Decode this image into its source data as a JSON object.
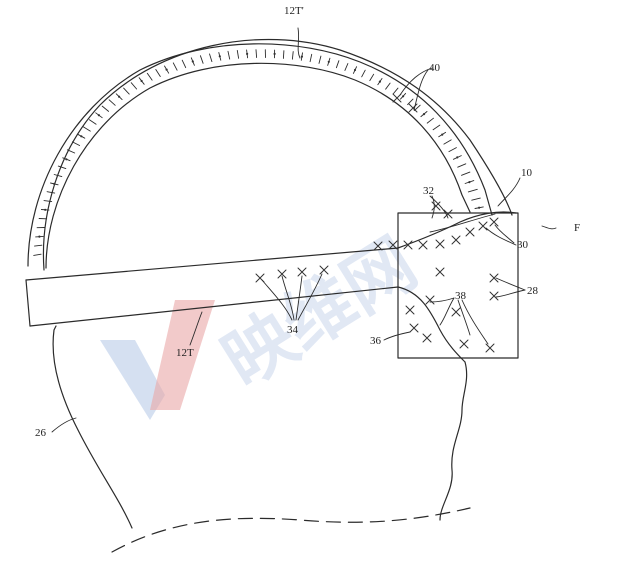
{
  "figure": {
    "labels": {
      "band_top": "12T'",
      "band_bottom": "12T",
      "sensors_band": "40",
      "device": "10",
      "face": "F",
      "upper_cluster": "32",
      "strap_cluster": "30",
      "side_cluster": "28",
      "arm_cluster": "34",
      "face_cluster": "38",
      "lower_cluster": "36",
      "head": "26"
    },
    "watermark": "映维网"
  }
}
